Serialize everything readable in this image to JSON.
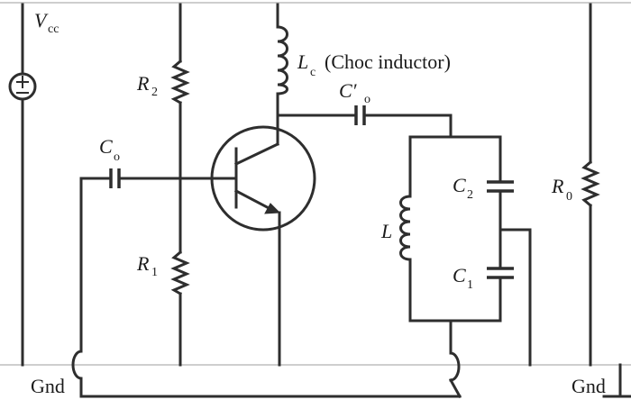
{
  "labels": {
    "vcc_main": "V",
    "vcc_sub": "cc",
    "r2_main": "R",
    "r2_sub": "2",
    "r1_main": "R",
    "r1_sub": "1",
    "r0_main": "R",
    "r0_sub": "0",
    "lc_main": "L",
    "lc_sub": "c",
    "lc_note": "(Choc inductor)",
    "co_out_main": "C′",
    "co_out_sub": "o",
    "co_in_main": "C",
    "co_in_sub": "o",
    "l_main": "L",
    "c2_main": "C",
    "c2_sub": "2",
    "c1_main": "C",
    "c1_sub": "1",
    "gnd_left": "Gnd",
    "gnd_right": "Gnd"
  },
  "colors": {
    "wire": "#2e2e2e",
    "guide": "#bdbdbd",
    "text": "#1a1a1a"
  },
  "symbols": {
    "source": "dc-voltage-source-icon",
    "transistor": "npn-transistor-icon",
    "ground": "ground-icon"
  }
}
